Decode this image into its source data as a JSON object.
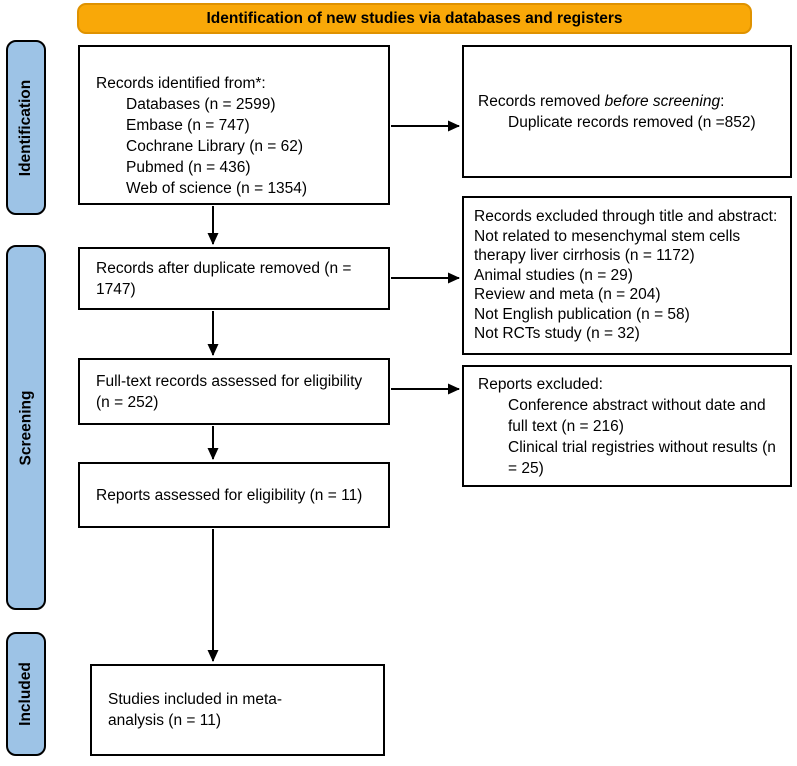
{
  "banner": {
    "label": "Identification of new studies via databases and registers",
    "bg_color": "#F9A808",
    "border_color": "#DF9200"
  },
  "sidebar": {
    "bg_color": "#9DC3E6",
    "items": [
      {
        "label": "Identification"
      },
      {
        "label": "Screening"
      },
      {
        "label": "Included"
      }
    ]
  },
  "flow": {
    "identified": {
      "title": "Records identified from*:",
      "items": [
        "Databases (n = 2599)",
        "Embase (n = 747)",
        "Cochrane Library (n = 62)",
        "Pubmed (n = 436)",
        "Web of science (n = 1354)"
      ]
    },
    "after_duplicates": {
      "text": "Records after duplicate removed (n = 1747)"
    },
    "fulltext_assessed": {
      "text": "Full-text records assessed for eligibility (n = 252)"
    },
    "reports_assessed": {
      "text": "Reports assessed for eligibility (n = 11)"
    },
    "included_studies": {
      "text": "Studies included in meta-analysis (n = 11)"
    }
  },
  "exclusions": {
    "before_screening": {
      "title_prefix": "Records removed ",
      "title_italic": "before screening",
      "title_suffix": ":",
      "items": [
        "Duplicate records removed (n =852)"
      ]
    },
    "title_abstract": {
      "lines": [
        "Records excluded through title and abstract:",
        "Not related to mesenchymal stem cells therapy liver cirrhosis (n = 1172)",
        "Animal studies (n = 29)",
        "Review and meta (n = 204)",
        "Not English publication (n = 58)",
        "Not RCTs study (n = 32)"
      ]
    },
    "reports_excluded": {
      "title": "Reports excluded:",
      "items": [
        "Conference abstract without date and full text (n = 216)",
        "Clinical trial registries without results (n = 25)"
      ]
    }
  }
}
